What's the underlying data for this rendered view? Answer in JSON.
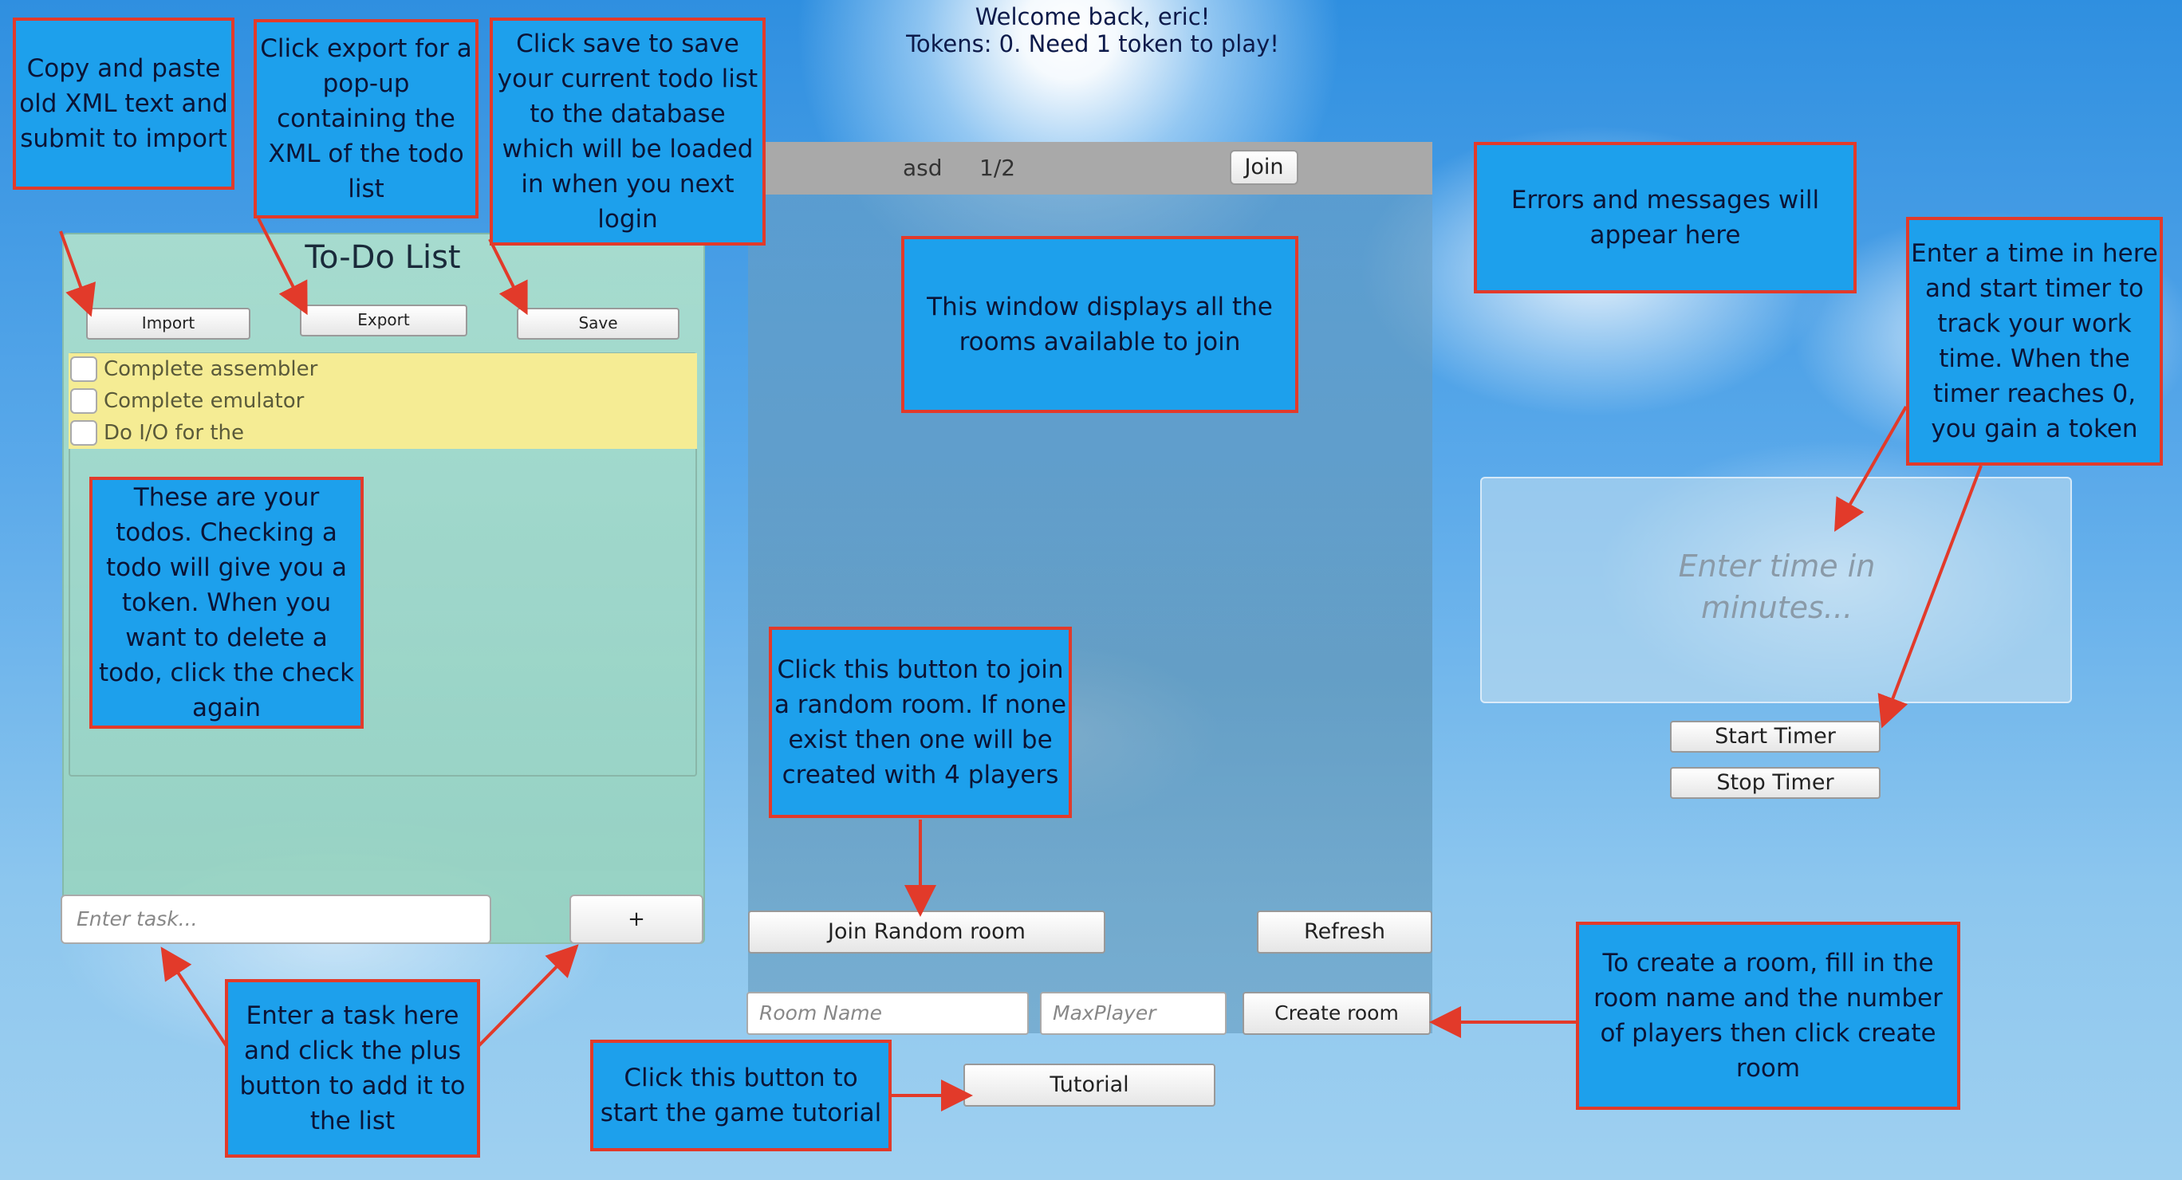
{
  "header": {
    "welcome": "Welcome back, eric!",
    "tokens": "Tokens: 0. Need 1 token to play!"
  },
  "todo": {
    "title": "To-Do List",
    "import_label": "Import",
    "export_label": "Export",
    "save_label": "Save",
    "items": [
      {
        "label": "Complete assembler",
        "checked": false
      },
      {
        "label": "Complete emulator",
        "checked": false
      },
      {
        "label": "Do I/O for the",
        "checked": false
      }
    ],
    "task_placeholder": "Enter task...",
    "add_label": "+"
  },
  "rooms": {
    "list": [
      {
        "name": "asd",
        "players": "1/2",
        "join_label": "Join"
      }
    ],
    "join_random_label": "Join Random room",
    "refresh_label": "Refresh",
    "room_name_placeholder": "Room Name",
    "max_player_placeholder": "MaxPlayer",
    "create_label": "Create room",
    "tutorial_label": "Tutorial"
  },
  "timer": {
    "placeholder": "Enter time in minutes...",
    "start_label": "Start Timer",
    "stop_label": "Stop Timer"
  },
  "annotations": {
    "import": "Copy and paste old XML text and submit to import",
    "export": "Click export for a pop-up containing the XML of the todo list",
    "save": "Click save to save your current todo list to the database which will be loaded in when you next login",
    "rooms_window": "This window displays all the rooms available to join",
    "errors": "Errors and messages will appear here",
    "timer": "Enter a time in here and start timer to track your work time. When the timer reaches 0, you gain a token",
    "todos": "These are your todos. Checking a todo will give you a token. When you want to delete a todo, click the check again",
    "join_random": "Click this button to join a random room. If none exist then one will be created with 4 players",
    "create_room": "To create a room, fill in the room name and the number of players then click create room",
    "task": "Enter a task here and click the plus button to add it to the list",
    "tutorial": "Click this button to start the game tutorial"
  },
  "colors": {
    "annotation_bg": "#1da0ec",
    "annotation_border": "#e23a2a",
    "todo_item_bg": "#f5ec94",
    "arrow": "#e23a2a"
  }
}
